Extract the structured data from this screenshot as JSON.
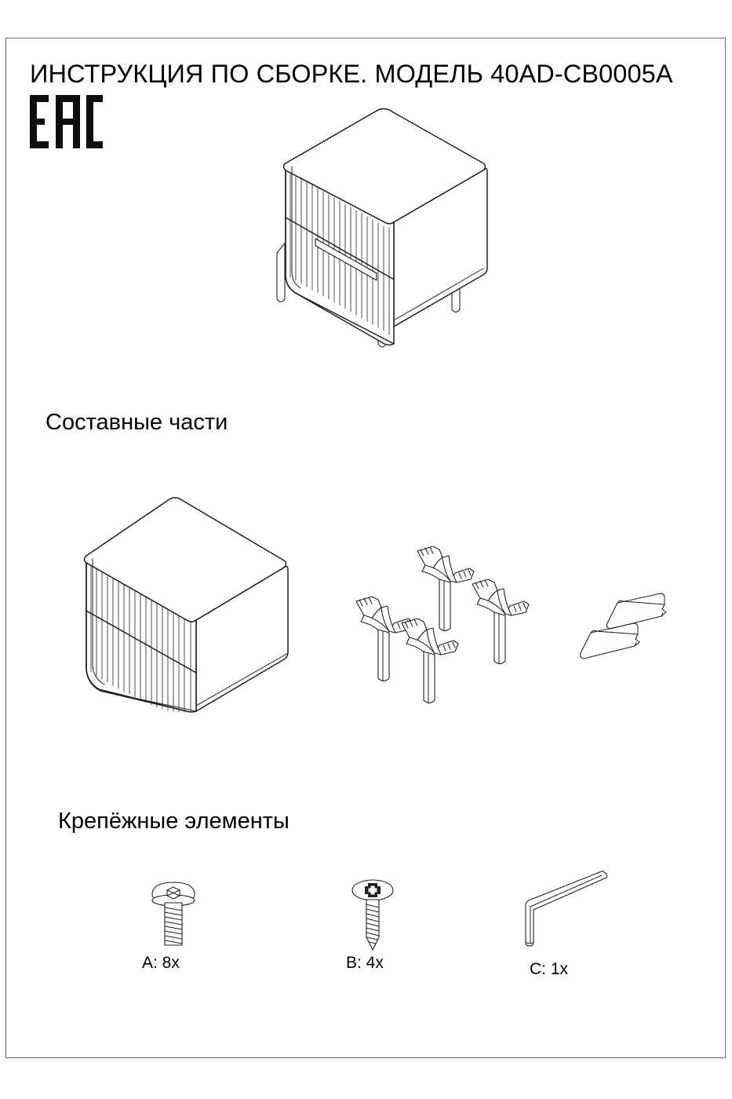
{
  "document": {
    "title": "ИНСТРУКЦИЯ ПО СБОРКЕ. МОДЕЛЬ 40AD-CB0005A",
    "model": "40AD-CB0005A",
    "certification_mark": "EAC",
    "language": "ru",
    "page_background": "#ffffff",
    "line_color": "#231f20",
    "frame_color": "#6a6a6a"
  },
  "sections": {
    "parts": {
      "heading": "Составные части",
      "items": [
        {
          "name": "cabinet-body",
          "label": "",
          "quantity": 1
        },
        {
          "name": "leg-bracket",
          "label": "",
          "quantity": 4
        },
        {
          "name": "handle-profile",
          "label": "",
          "quantity": 2
        }
      ]
    },
    "fasteners": {
      "heading": "Крепёжные элементы",
      "items": [
        {
          "key": "A",
          "label": "A: 8x",
          "count": 8,
          "icon": "hex-socket-button-bolt-icon"
        },
        {
          "key": "B",
          "label": "B: 4x",
          "count": 4,
          "icon": "phillips-pan-head-screw-icon"
        },
        {
          "key": "C",
          "label": "C: 1x",
          "count": 1,
          "icon": "allen-key-icon"
        }
      ]
    }
  },
  "hero": {
    "name": "assembled-nightstand",
    "description": "Двухъящичная тумба с рифлёным фасадом на четырёх ножках",
    "drawers": 2,
    "legs": 4,
    "flutes": 20
  }
}
